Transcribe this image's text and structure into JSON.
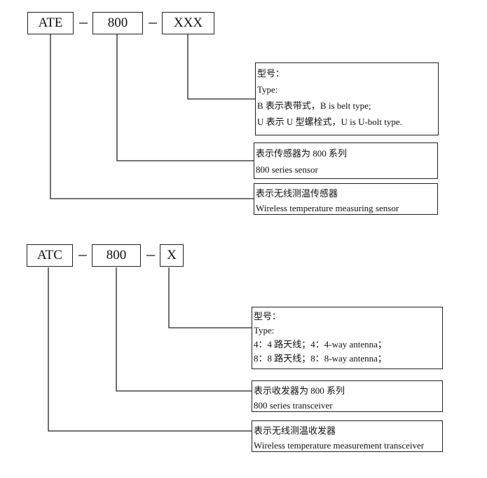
{
  "top": {
    "codes": [
      "ATE",
      "800",
      "XXX"
    ],
    "desc_type": [
      "型号：",
      "Type:",
      "B 表示表带式，B is belt type;",
      "U 表示 U 型螺栓式，U is U-bolt type."
    ],
    "desc_series": [
      "表示传感器为 800 系列",
      "800 series sensor"
    ],
    "desc_product": [
      "表示无线测温传感器",
      "Wireless temperature measuring sensor"
    ]
  },
  "bottom": {
    "codes": [
      "ATC",
      "800",
      "X"
    ],
    "desc_type": [
      "型号：",
      "Type:",
      "4：4 路天线；4：4-way antenna；",
      "8：8 路天线；8：8-way antenna；"
    ],
    "desc_series": [
      "表示收发器为 800 系列",
      "800 series transceiver"
    ],
    "desc_product": [
      "表示无线测温收发器",
      "Wireless temperature measurement transceiver"
    ]
  }
}
